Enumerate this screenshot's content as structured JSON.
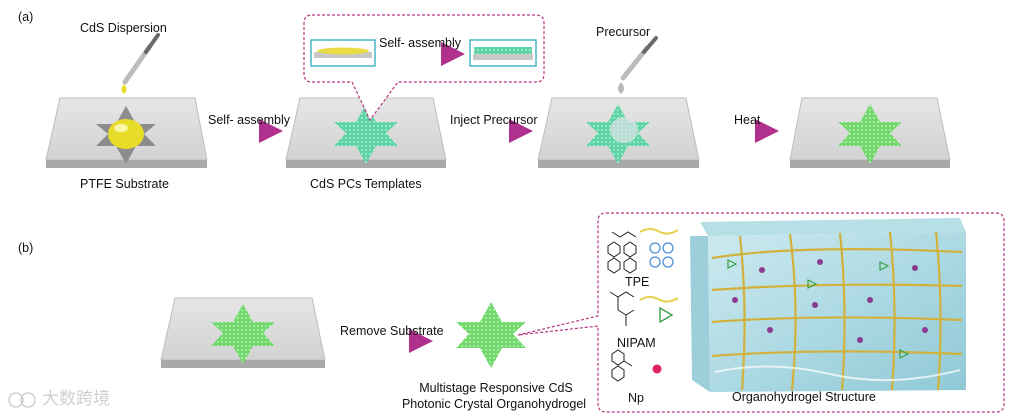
{
  "panels": {
    "a": "(a)",
    "b": "(b)"
  },
  "row_a": {
    "dispersion": "CdS Dispersion",
    "substrate": "PTFE Substrate",
    "step1": "Self- assembly",
    "inset_step": "Self- assembly",
    "templates": "CdS PCs Templates",
    "step2": "Inject Precursor",
    "precursor": "Precursor",
    "step3": "Heat"
  },
  "row_b": {
    "step": "Remove Substrate",
    "product_line1": "Multistage Responsive CdS",
    "product_line2": "Photonic Crystal Organohydrogel",
    "legend": {
      "tpe": "TPE",
      "nipam": "NIPAM",
      "np": "Np"
    },
    "structure": "Organohydrogel Structure"
  },
  "watermark": "大数跨境",
  "colors": {
    "crystal": "#6fd9ae",
    "crystal_green": "#7fe07a",
    "dispersion": "#f2e23a",
    "arrow_start": "#8a9cf0",
    "arrow_end": "#b0308e",
    "frame": "#b4367f",
    "gel": "#9fd3dc"
  }
}
